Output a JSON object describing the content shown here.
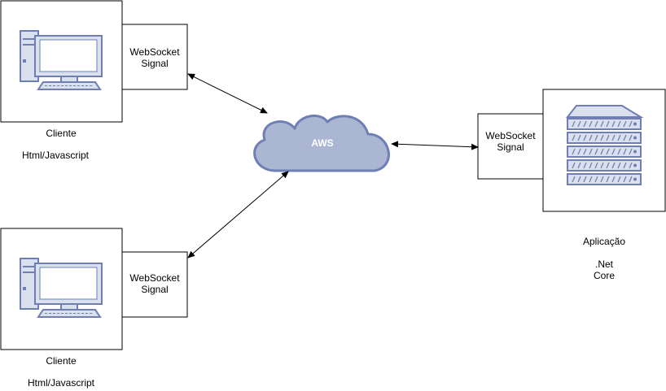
{
  "nodes": {
    "client_top": {
      "title": "Cliente",
      "subtitle": "Html/Javascript",
      "icon": "desktop-computer-icon"
    },
    "client_bottom": {
      "title": "Cliente",
      "subtitle": "Html/Javascript",
      "icon": "desktop-computer-icon"
    },
    "ws_top": {
      "line1": "WebSocket",
      "line2": "Signal"
    },
    "ws_bottom": {
      "line1": "WebSocket",
      "line2": "Signal"
    },
    "ws_right": {
      "line1": "WebSocket",
      "line2": "Signal"
    },
    "cloud": {
      "label": "AWS",
      "icon": "cloud-icon"
    },
    "server": {
      "title": "Aplicação",
      "line1": ".Net",
      "line2": "Core",
      "icon": "server-rack-icon"
    }
  },
  "edges": [
    {
      "from": "ws_top",
      "to": "cloud",
      "style": "bidirectional-arrow"
    },
    {
      "from": "ws_bottom",
      "to": "cloud",
      "style": "bidirectional-arrow"
    },
    {
      "from": "cloud",
      "to": "ws_right",
      "style": "bidirectional-arrow"
    }
  ],
  "colors": {
    "icon_fill": "#dae0ee",
    "icon_stroke": "#6f7fb3",
    "cloud_fill": "#aab6d2",
    "stroke": "#000000"
  }
}
